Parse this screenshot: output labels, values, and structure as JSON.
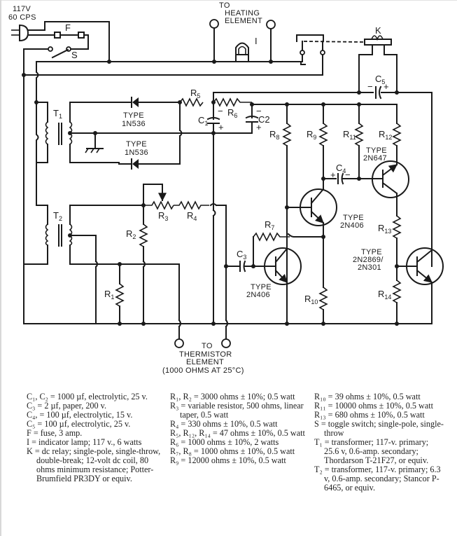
{
  "power": {
    "voltage": "117V",
    "frequency": "60 CPS"
  },
  "labels": {
    "fuse": "F",
    "switch": "S",
    "lamp": "I",
    "relay": "K",
    "heating_element": [
      "TO",
      "HEATING",
      "ELEMENT"
    ],
    "thermistor": [
      "TO",
      "THERMISTOR",
      "ELEMENT",
      "(1000 OHMS AT 25°C)"
    ],
    "T1": "T",
    "T1_sub": "1",
    "T2": "T",
    "T2_sub": "2",
    "C1": "C",
    "C1_sub": "1",
    "C2": "C2",
    "C3": "C",
    "C3_sub": "3",
    "C4": "C",
    "C4_sub": "4",
    "C5": "C",
    "C5_sub": "5",
    "R1": "R",
    "R1_sub": "1",
    "R2": "R",
    "R2_sub": "2",
    "R3": "R",
    "R3_sub": "3",
    "R4": "R",
    "R4_sub": "4",
    "R5": "R",
    "R5_sub": "5",
    "R6": "R",
    "R6_sub": "6",
    "R7": "R",
    "R7_sub": "7",
    "R8": "R",
    "R8_sub": "8",
    "R9": "R",
    "R9_sub": "9",
    "R10": "R",
    "R10_sub": "10",
    "R11": "R",
    "R11_sub": "11",
    "R12": "R",
    "R12_sub": "12",
    "R13": "R",
    "R13_sub": "13",
    "R14": "R",
    "R14_sub": "14",
    "plus": "+",
    "minus": "−",
    "diode_top": [
      "TYPE",
      "1N536"
    ],
    "diode_bottom": [
      "TYPE",
      "1N536"
    ],
    "q_2n647": [
      "TYPE",
      "2N647"
    ],
    "q_2n406_upper": [
      "TYPE",
      "2N406"
    ],
    "q_2n406_lower": [
      "TYPE",
      "2N406"
    ],
    "q_2n2869": [
      "TYPE",
      "2N2869/",
      "2N301"
    ]
  },
  "parts_list": {
    "col1": [
      "C₁, C₂ = 1000 µf, electrolytic, 25 v.",
      "C₃ = 2 µf, paper, 200 v.",
      "C₄, = 100 µf, electrolytic, 15 v.",
      "C₅ = 100 µf, electrolytic, 25 v.",
      "F = fuse, 3 amp.",
      "I = indicator lamp; 117 v., 6 watts",
      "K = dc relay; single-pole, single-throw, double-break; 12-volt dc coil, 80 ohms minimum resistance; Potter-Brumfield PR3DY or equiv."
    ],
    "col2": [
      "R₁, R₂ = 3000 ohms ± 10%; 0.5 watt",
      "R₃ = variable resistor, 500 ohms, linear taper, 0.5 watt",
      "R₄ = 330 ohms ± 10%, 0.5 watt",
      "R₅, R₁₂, R₁₄ = 47 ohms ± 10%, 0.5 watt",
      "R₆ = 1000 ohms ± 10%, 2 watts",
      "R₇, R₈ = 1000 ohms ± 10%, 0.5 watt",
      "R₉ = 12000 ohms ± 10%, 0.5 watt"
    ],
    "col3": [
      "R₁₀ = 39 ohms ± 10%, 0.5 watt",
      "R₁₁ = 10000 ohms ± 10%, 0.5 watt",
      "R₁₃ = 680 ohms ± 10%, 0.5 watt",
      "S = toggle switch; single-pole, single-throw",
      "T₁ = transformer; 117-v. primary; 25.6 v, 0.6-amp. secondary; Thordarson T-21F27, or equiv.",
      "T₂ = transformer, 117-v. primary; 6.3 v, 0.6-amp. secondary; Stancor P-6465, or equiv."
    ]
  }
}
